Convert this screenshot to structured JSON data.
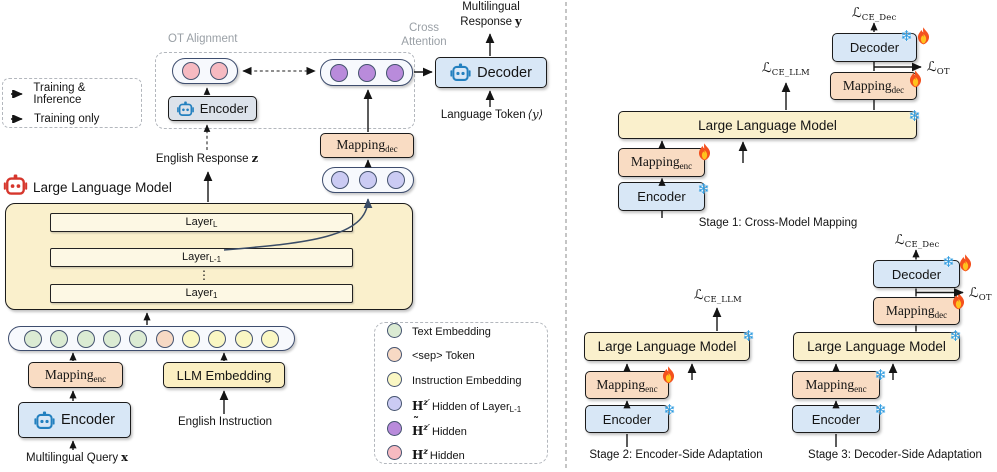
{
  "icons": {
    "frozen_glyph": "❄",
    "trainable": "flame",
    "robot": "robot-head",
    "dots": "⋮"
  },
  "shared": {
    "encoder": "Encoder",
    "decoder": "Decoder",
    "llm": "Large Language Model",
    "mapping": "Mapping",
    "enc": "enc",
    "dec": "dec",
    "loss": "ℒ",
    "ce_llm": "CE_LLM",
    "ce_dec": "CE_Dec",
    "ot": "OT"
  },
  "left": {
    "flow_legend": {
      "solid": "Training & Inference",
      "dashed": "Training only"
    },
    "ot_alignment": "OT Alignment",
    "cross_attention": {
      "line1": "Cross",
      "line2": "Attention"
    },
    "response": {
      "line1": "Multilingual",
      "line2": "Response",
      "bold": "y"
    },
    "language_token": {
      "text": "Language Token",
      "sym": "⟨y⟩"
    },
    "english_response": {
      "text": "English Response",
      "bold": "z"
    },
    "multilingual_query": {
      "text": "Multilingual Query",
      "bold": "x"
    },
    "english_instruction": "English Instruction",
    "llm_embedding": "LLM Embedding",
    "layers": {
      "base": "Layer",
      "sub_top": "L",
      "sub_mid": "L-1",
      "dots": "⋮",
      "sub_bottom": "1"
    },
    "rows": {
      "embedding": [
        "#DBEBD3",
        "#DBEBD3",
        "#DBEBD3",
        "#DBEBD3",
        "#DBEBD3",
        "#F7D9C4",
        "#FAF7C3",
        "#FAF7C3",
        "#FAF7C3",
        "#FAF7C3"
      ],
      "pink": [
        "#F6BAC1",
        "#F6BAC1"
      ],
      "purple": [
        "#B98BDB",
        "#B98BDB",
        "#B98BDB"
      ],
      "lavender": [
        "#CBCBF3",
        "#CBCBF3",
        "#CBCBF3"
      ]
    },
    "legend": {
      "items": [
        {
          "swatch": [
            "#DBEBD3"
          ],
          "label": "Text Embedding"
        },
        {
          "swatch": [
            "#F7D9C4"
          ],
          "label": "<sep> Token"
        },
        {
          "swatch": [
            "#FAF7C3"
          ],
          "label": "Instruction Embedding"
        },
        {
          "swatch": [
            "#CBCBF3"
          ],
          "h": "H",
          "sup": "z′",
          "rest": "Hidden of Layer",
          "sub": "L-1"
        },
        {
          "swatch": [
            "#B98BDB"
          ],
          "h": "H",
          "tilde": "˜",
          "sup": "z′",
          "rest": "Hidden"
        },
        {
          "swatch": [
            "#F6BAC1"
          ],
          "h": "H",
          "sup": "z",
          "rest": "Hidden"
        }
      ]
    }
  },
  "right": {
    "stage1": {
      "caption": "Stage 1: Cross-Model Mapping"
    },
    "stage2": {
      "caption": "Stage 2: Encoder-Side Adaptation"
    },
    "stage3": {
      "caption": "Stage 3: Decoder-Side Adaptation"
    }
  }
}
